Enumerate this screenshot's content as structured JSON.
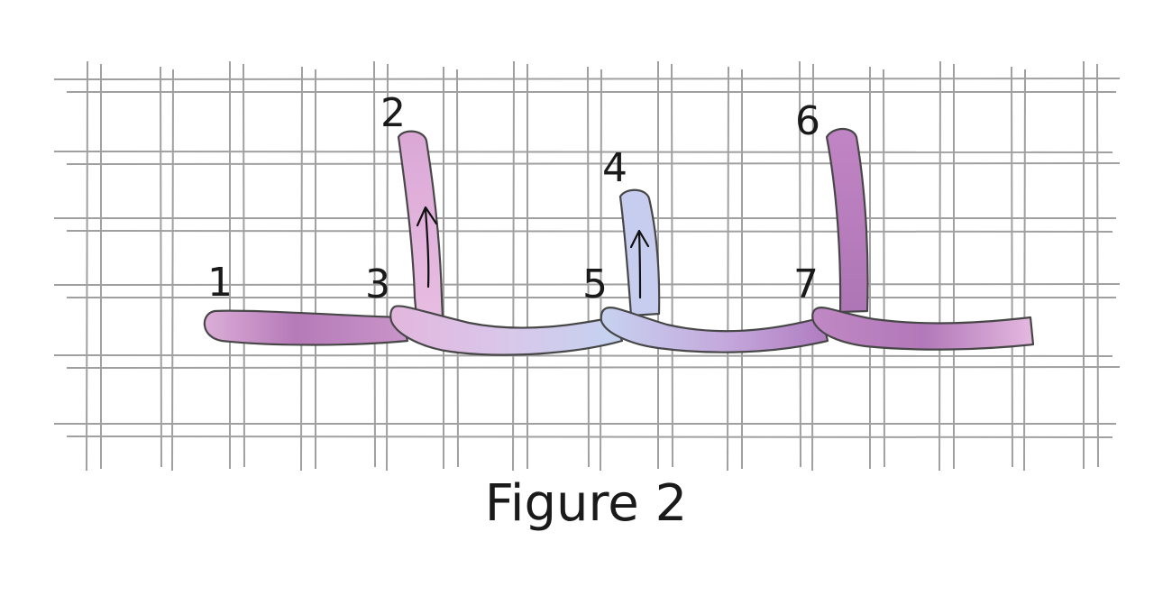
{
  "caption": "Figure 2",
  "stitch_points": {
    "p1": "1",
    "p2": "2",
    "p3": "3",
    "p4": "4",
    "p5": "5",
    "p6": "6",
    "p7": "7"
  },
  "colors": {
    "canvas_thread": "#9c9c9c",
    "thread_dark_purple": "#b278b9",
    "thread_light_pink": "#e2b2dc",
    "thread_light_blue": "#c3cdee",
    "outline": "#4a4a4a"
  },
  "icons": [
    "up-arrow-icon"
  ]
}
